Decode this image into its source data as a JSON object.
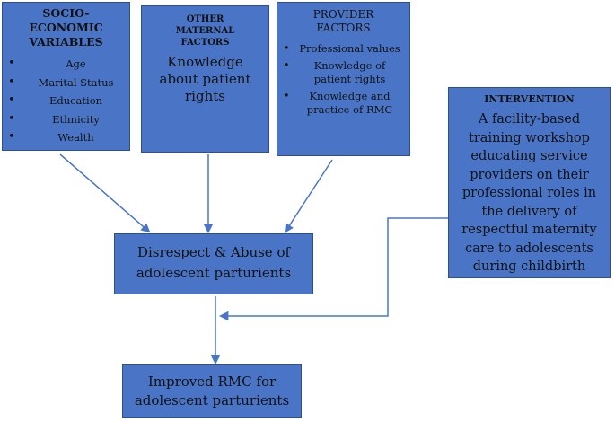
{
  "socio": {
    "title": "SOCIO-ECONOMIC VARIABLES",
    "items": [
      "Age",
      "Marital Status",
      "Education",
      "Ethnicity",
      "Wealth"
    ]
  },
  "maternal": {
    "title": "OTHER MATERNAL FACTORS",
    "text": "Knowledge about patient rights"
  },
  "provider": {
    "title": "PROVIDER FACTORS",
    "items": [
      "Professional values",
      "Knowledge of patient rights",
      "Knowledge and practice of RMC"
    ]
  },
  "intervention": {
    "title": "INTERVENTION",
    "text": "A facility-based training workshop educating service providers on their professional roles in the delivery of respectful maternity care to adolescents during childbirth"
  },
  "disrespect": {
    "text": "Disrespect & Abuse of adolescent parturients"
  },
  "improved": {
    "text": "Improved RMC for adolescent parturients"
  },
  "colors": {
    "box_fill": "#4a75c7",
    "arrow": "#4a75c7"
  }
}
